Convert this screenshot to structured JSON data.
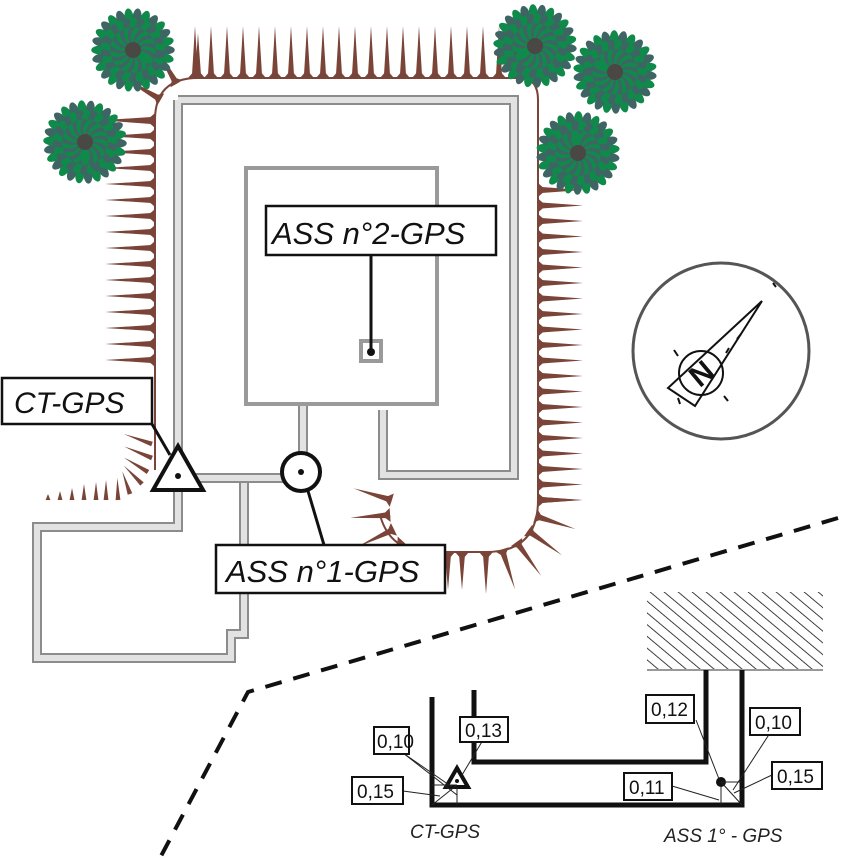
{
  "diagram": {
    "title": "Site plan with GPS survey points",
    "labels": {
      "ct_gps": "CT-GPS",
      "ass2": "ASS n°2-GPS",
      "ass1": "ASS n°1-GPS"
    },
    "compass": {
      "letter": "N",
      "icon": "north-arrow-icon"
    },
    "detail": {
      "ct_caption": "CT-GPS",
      "ass_caption": "ASS 1° - GPS",
      "ct_measurements": [
        "0,10",
        "0,13",
        "0,15"
      ],
      "ass_measurements": [
        "0,12",
        "0,10",
        "0,11",
        "0,15"
      ]
    },
    "colors": {
      "hachure": "#7a4538",
      "tree_leaf_light": "#0f8a4a",
      "tree_leaf_dark": "#3e6563",
      "trunk": "#4a4744",
      "wall_outline": "#8c8c8c",
      "wall_fill": "#e2e2e2",
      "compass_ring": "#555555"
    },
    "trees": 5
  }
}
